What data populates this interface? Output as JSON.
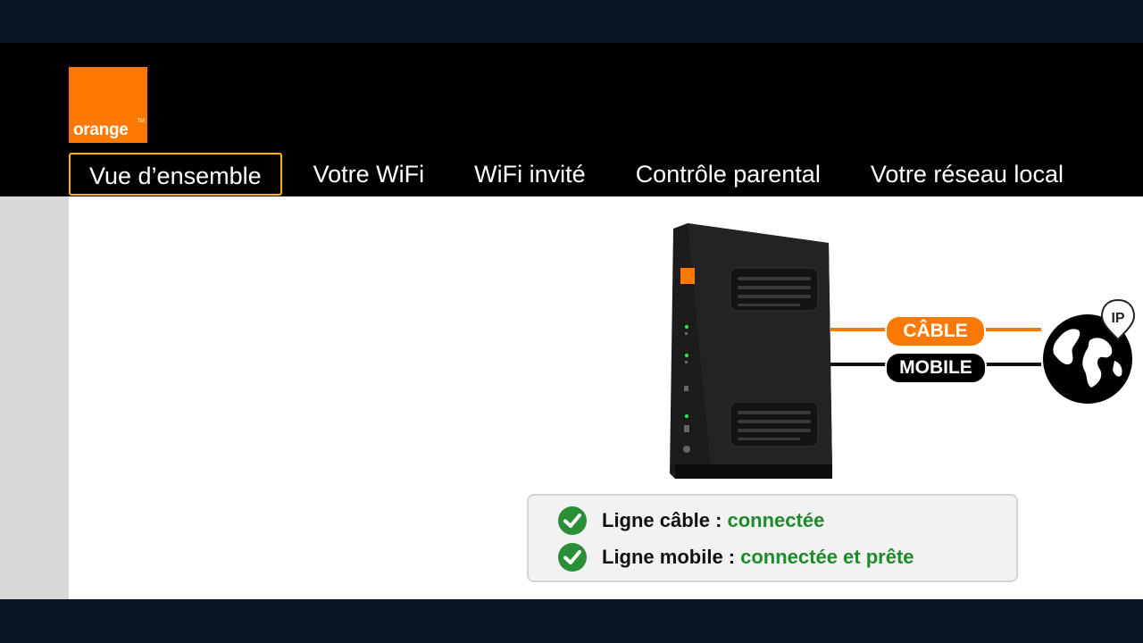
{
  "brand": {
    "logo_text": "orange",
    "logo_tm": "TM",
    "color": "#ff7900"
  },
  "nav": {
    "items": [
      {
        "label": "Vue d’ensemble",
        "active": true
      },
      {
        "label": "Votre WiFi"
      },
      {
        "label": "WiFi invité"
      },
      {
        "label": "Contrôle parental"
      },
      {
        "label": "Votre réseau local"
      }
    ]
  },
  "connections": {
    "cable_label": "CÂBLE",
    "mobile_label": "MOBILE",
    "internet_badge": "IP",
    "cable_color": "#ff7900",
    "mobile_color": "#000000"
  },
  "status": {
    "cable": {
      "label": "Ligne câble :",
      "value": "connectée"
    },
    "mobile": {
      "label": "Ligne mobile :",
      "value": "connectée et prête"
    },
    "ok_color": "#1e8a2c",
    "icon": "check-circle-icon"
  }
}
